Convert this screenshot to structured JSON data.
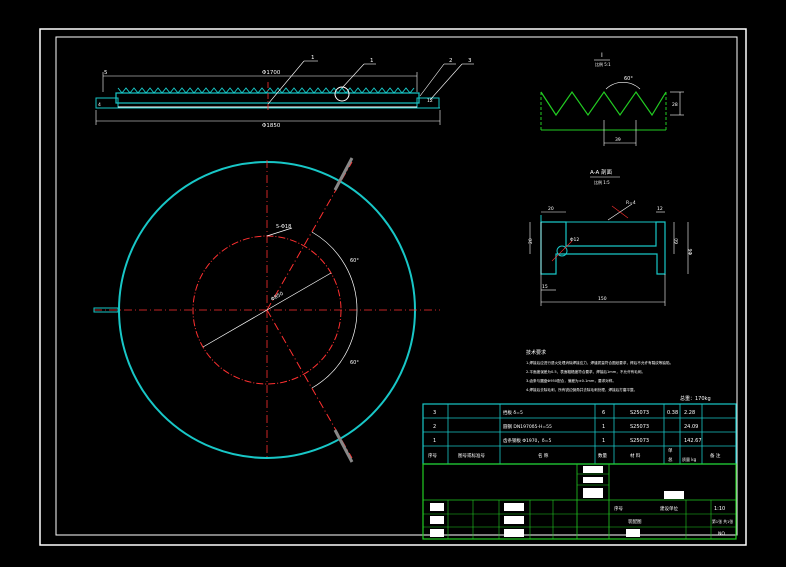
{
  "colors": {
    "background": "#000000",
    "frame": "#ffffff",
    "cyan": "#18c7c7",
    "green": "#22cc22",
    "red": "#ff3030",
    "white": "#ffffff"
  },
  "top_view": {
    "label_left": "5",
    "dim_inner": "Φ1700",
    "dim_outer": "Φ1850",
    "callout_1a": "1",
    "callout_1b": "1",
    "callout_2": "2",
    "callout_3": "3"
  },
  "detail_i": {
    "label": "I",
    "sublabel": "比例 5:1",
    "angle": "60°",
    "height": "28",
    "pitch": "39"
  },
  "section_a": {
    "title": "A-A 剖面",
    "scale": "比例 1:5",
    "dim_left_top": "20",
    "dim_right_top": "12",
    "dim_gap_label": "R=4",
    "dim_h_left": "20",
    "dim_h_right": "60",
    "dim_h_far": "Φ6",
    "dim_hole": "Φ12",
    "dim_bottom_small": "15",
    "dim_bottom": "150"
  },
  "main_view": {
    "label_holes": "5-Φ18",
    "label_pcd": "Φ850",
    "angle_upper": "60°",
    "angle_lower": "60°"
  },
  "notes": {
    "title": "技术要求",
    "lines": [
      "1.焊接后应进行退火处理消除焊接应力，焊缝质量符合图纸要求，焊后不允许有裂纹等缺陷。",
      "2.平面度误差为0.5，表面粗糙度符合要求，焊接后1mm，不允许有毛刺。",
      "3.齿条与圆盘Φ950配合，偏差为±0.1mm，要求对称。",
      "4.焊接后去除毛刺，所有锐边倒角并去除毛刺处理，焊接后打磨平整。"
    ]
  },
  "weight": "总重：170kg",
  "bom": {
    "rows": [
      {
        "no": "3",
        "code": "",
        "name": "挡板 δ=5",
        "qty": "6",
        "material": "S25073",
        "unit": "0.38",
        "total": "2.28"
      },
      {
        "no": "2",
        "code": "",
        "name": "圆钢 DN1970δ5-H=55",
        "qty": "1",
        "material": "S25073",
        "unit": "",
        "total": "24.09"
      },
      {
        "no": "1",
        "code": "",
        "name": "齿条钢板 Φ1970，δ=5",
        "qty": "1",
        "material": "S25073",
        "unit": "",
        "total": "142.67"
      }
    ],
    "header": {
      "no": "序号",
      "code": "图号或标准号",
      "name": "名 称",
      "qty": "数量",
      "material": "材 料",
      "unit": "单",
      "total": "总",
      "mass": "质量 kg",
      "remark": "备 注"
    }
  },
  "title_block": {
    "label_sheet": "序号",
    "label_company": "建设单位",
    "label_scale": "1:10",
    "label_drawing": "装配图",
    "label_sheet_no": "第1张 共1张",
    "label_rev": "NO"
  }
}
